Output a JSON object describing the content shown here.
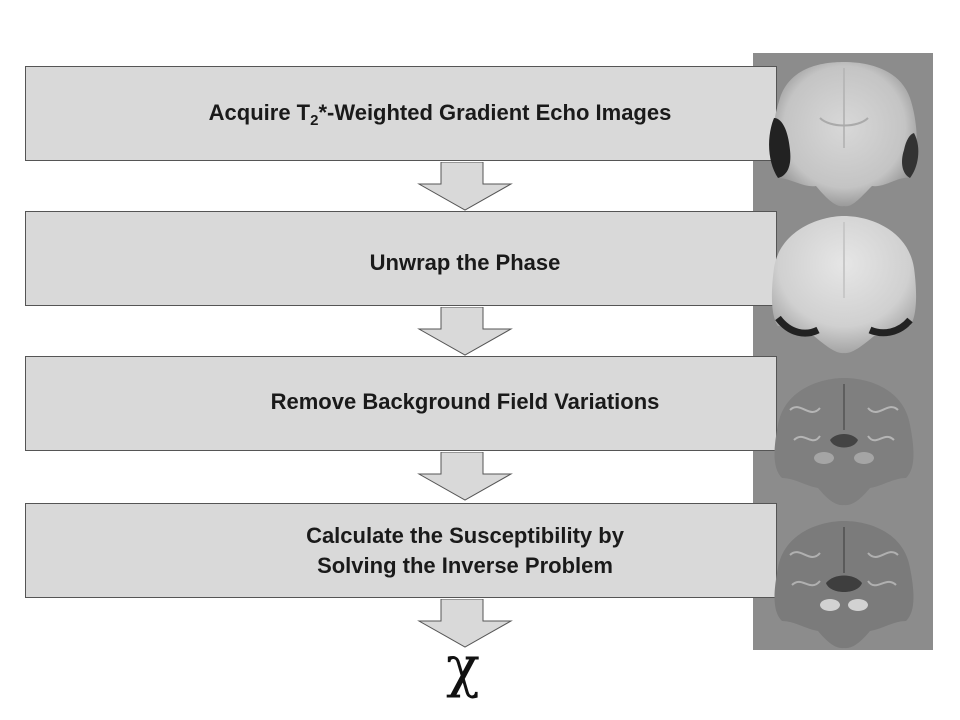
{
  "steps": [
    {
      "pre": "Acquire T",
      "sub": "2",
      "post": "*-Weighted Gradient Echo Images"
    },
    {
      "text": "Unwrap the Phase"
    },
    {
      "text": "Remove Background Field Variations"
    },
    {
      "line1": "Calculate the Susceptibility by",
      "line2": "Solving the Inverse Problem"
    }
  ],
  "result_symbol": "χ",
  "images": [
    "brain-phase-wrapped",
    "brain-phase-unwrapped",
    "brain-local-field",
    "brain-susceptibility-map"
  ],
  "colors": {
    "box_fill": "#d9d9d9",
    "box_border": "#555555",
    "panel": "#8c8c8c",
    "arrow_fill": "#d9d9d9"
  }
}
